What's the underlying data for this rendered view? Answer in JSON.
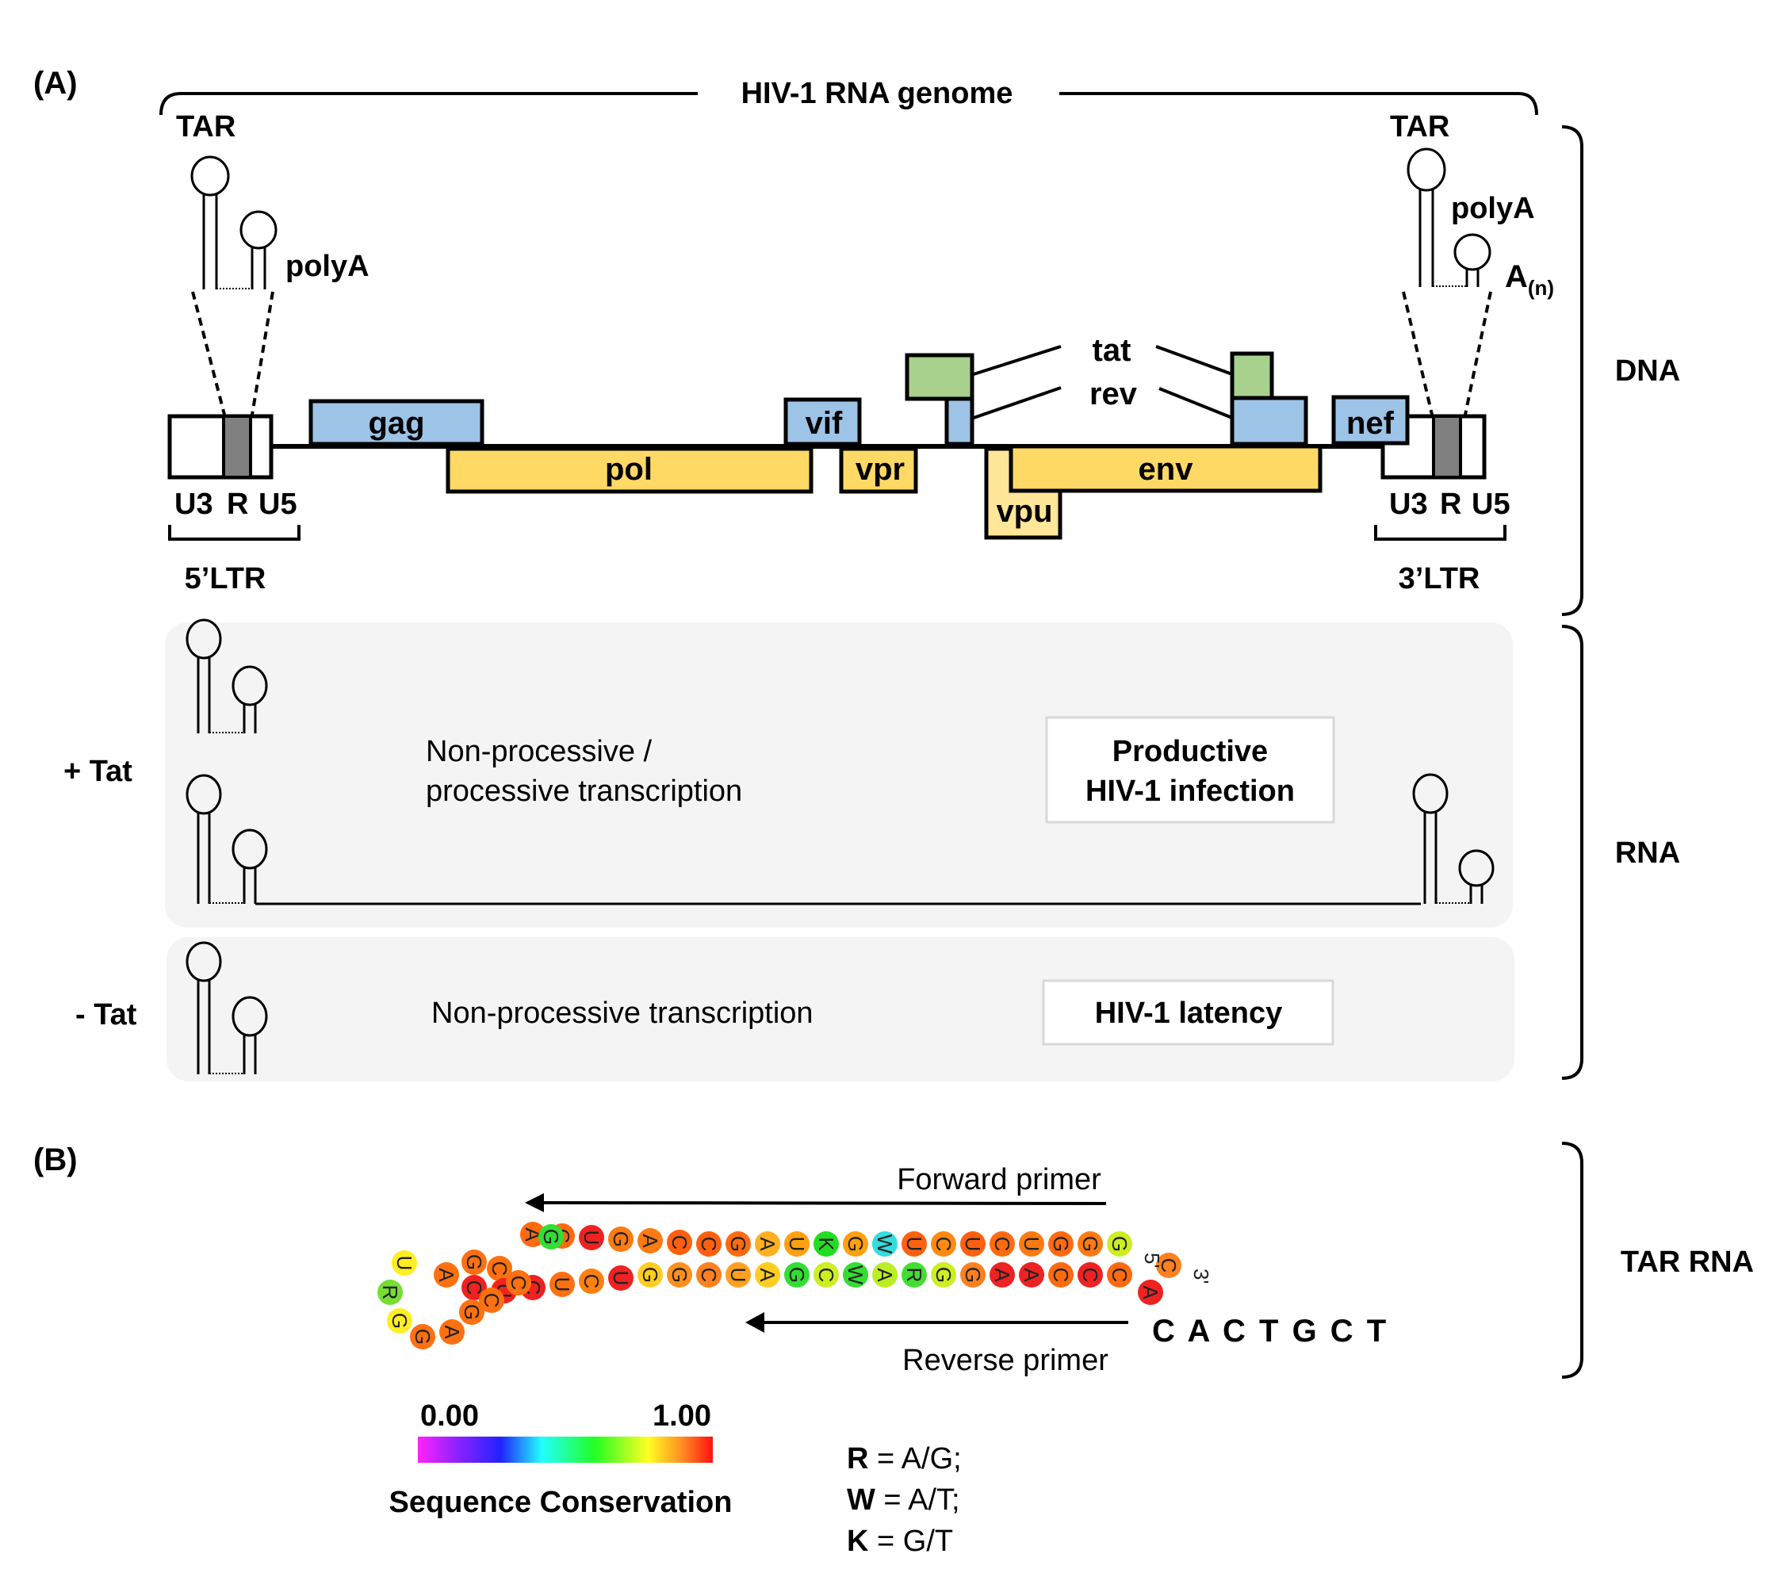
{
  "panel_a": {
    "label": "(A)",
    "genome_title": "HIV-1 RNA genome",
    "tar_left": "TAR",
    "polya_left": "polyA",
    "tar_right": "TAR",
    "polya_right": "polyA",
    "an_base": "A",
    "an_sub": "(n)",
    "ltr_left": {
      "segments": [
        "U3",
        "R",
        "U5"
      ],
      "name": "5’LTR"
    },
    "ltr_right": {
      "segments": [
        "U3",
        "R",
        "U5"
      ],
      "name": "3’LTR"
    },
    "genes": {
      "gag": "gag",
      "pol": "pol",
      "vif": "vif",
      "vpr": "vpr",
      "vpu": "vpu",
      "env": "env",
      "nef": "nef",
      "tat": "tat",
      "rev": "rev"
    },
    "side_labels": {
      "dna": "DNA",
      "rna": "RNA"
    },
    "plus_tat": {
      "label": "+ Tat",
      "description_line1": "Non-processive /",
      "description_line2": "processive transcription",
      "outcome_line1": "Productive",
      "outcome_line2": "HIV-1 infection"
    },
    "minus_tat": {
      "label": "- Tat",
      "description": "Non-processive transcription",
      "outcome": "HIV-1 latency"
    }
  },
  "panel_b": {
    "label": "(B)",
    "forward_primer": "Forward primer",
    "reverse_primer": "Reverse primer",
    "primer_seq": "C A C T G C T",
    "side_label": "TAR RNA",
    "five_prime": "5'",
    "three_prime": "3'",
    "top_strand": [
      {
        "b": "A",
        "c": "#ff6a10"
      },
      {
        "b": "C",
        "c": "#ff6a10"
      },
      {
        "b": "U",
        "c": "#ee2222"
      },
      {
        "b": "G",
        "c": "#ff7a10"
      },
      {
        "b": "A",
        "c": "#ff7a10"
      },
      {
        "b": "C",
        "c": "#ff6010"
      },
      {
        "b": "C",
        "c": "#ff6010"
      },
      {
        "b": "G",
        "c": "#ff6a10"
      },
      {
        "b": "A",
        "c": "#ffb020"
      },
      {
        "b": "U",
        "c": "#ffa010"
      },
      {
        "b": "K",
        "c": "#22dd22"
      },
      {
        "b": "G",
        "c": "#ffa010"
      },
      {
        "b": "W",
        "c": "#33dddd"
      },
      {
        "b": "U",
        "c": "#ff6010"
      },
      {
        "b": "C",
        "c": "#ff8a10"
      },
      {
        "b": "U",
        "c": "#ff6010"
      },
      {
        "b": "C",
        "c": "#ff6a10"
      },
      {
        "b": "U",
        "c": "#ff7a10"
      },
      {
        "b": "G",
        "c": "#ff6a10"
      },
      {
        "b": "G",
        "c": "#ff7a10"
      },
      {
        "b": "G",
        "c": "#ccee22"
      }
    ],
    "bottom_strand": [
      {
        "b": "U",
        "c": "#ff7010"
      },
      {
        "b": "C",
        "c": "#ee2222"
      },
      {
        "b": "U",
        "c": "#ff7010"
      },
      {
        "b": "C",
        "c": "#ff8010"
      },
      {
        "b": "U",
        "c": "#ee2222"
      },
      {
        "b": "G",
        "c": "#ffcc22"
      },
      {
        "b": "G",
        "c": "#ff9020"
      },
      {
        "b": "C",
        "c": "#ff8020"
      },
      {
        "b": "U",
        "c": "#ffa020"
      },
      {
        "b": "A",
        "c": "#ffcc22"
      },
      {
        "b": "G",
        "c": "#33dd33"
      },
      {
        "b": "C",
        "c": "#ccee22"
      },
      {
        "b": "W",
        "c": "#33dd33"
      },
      {
        "b": "A",
        "c": "#bbee22"
      },
      {
        "b": "R",
        "c": "#44dd33"
      },
      {
        "b": "G",
        "c": "#ccee22"
      },
      {
        "b": "G",
        "c": "#ff8020"
      },
      {
        "b": "A",
        "c": "#ee2222"
      },
      {
        "b": "A",
        "c": "#ee2222"
      },
      {
        "b": "C",
        "c": "#ff6a10"
      },
      {
        "b": "C",
        "c": "#ee2222"
      },
      {
        "b": "C",
        "c": "#ff6a10"
      }
    ],
    "loop": [
      {
        "b": "C",
        "c": "#ff7010"
      },
      {
        "b": "G",
        "c": "#ff7010"
      },
      {
        "b": "A",
        "c": "#ff7010"
      },
      {
        "b": "U",
        "c": "#ee2222"
      },
      {
        "b": "C",
        "c": "#ee2222"
      },
      {
        "b": "U",
        "c": "#ffee22"
      },
      {
        "b": "R",
        "c": "#77dd33"
      },
      {
        "b": "G",
        "c": "#ffee22"
      },
      {
        "b": "G",
        "c": "#ff7010"
      },
      {
        "b": "A",
        "c": "#ff7010"
      },
      {
        "b": "G",
        "c": "#ff7010"
      },
      {
        "b": "C",
        "c": "#ff7010"
      },
      {
        "b": "C",
        "c": "#ff7010"
      },
      {
        "b": "G",
        "c": "#33dd33"
      }
    ],
    "tail": [
      {
        "b": "C",
        "c": "#ff8020"
      },
      {
        "b": "A",
        "c": "#ee2222"
      }
    ],
    "legend": {
      "min_label": "0.00",
      "max_label": "1.00",
      "title": "Sequence Conservation",
      "range": [
        0.0,
        1.0
      ],
      "colors": [
        "#ff22ff",
        "#8822ff",
        "#2222ff",
        "#22ffff",
        "#22ff22",
        "#ffff22",
        "#ff8822",
        "#ff1111"
      ]
    },
    "iupac": [
      {
        "code": "R",
        "meaning": " = A/G;"
      },
      {
        "code": "W",
        "meaning": " = A/T;"
      },
      {
        "code": "K",
        "meaning": " = G/T"
      }
    ]
  },
  "colors": {
    "blue_gene": "#9dc3e6",
    "yellow_gene": "#ffd966",
    "light_yellow_gene": "#ffe699",
    "green_gene": "#a9d18e",
    "r_region": "#808080",
    "panel_bg": "#f4f4f4"
  }
}
